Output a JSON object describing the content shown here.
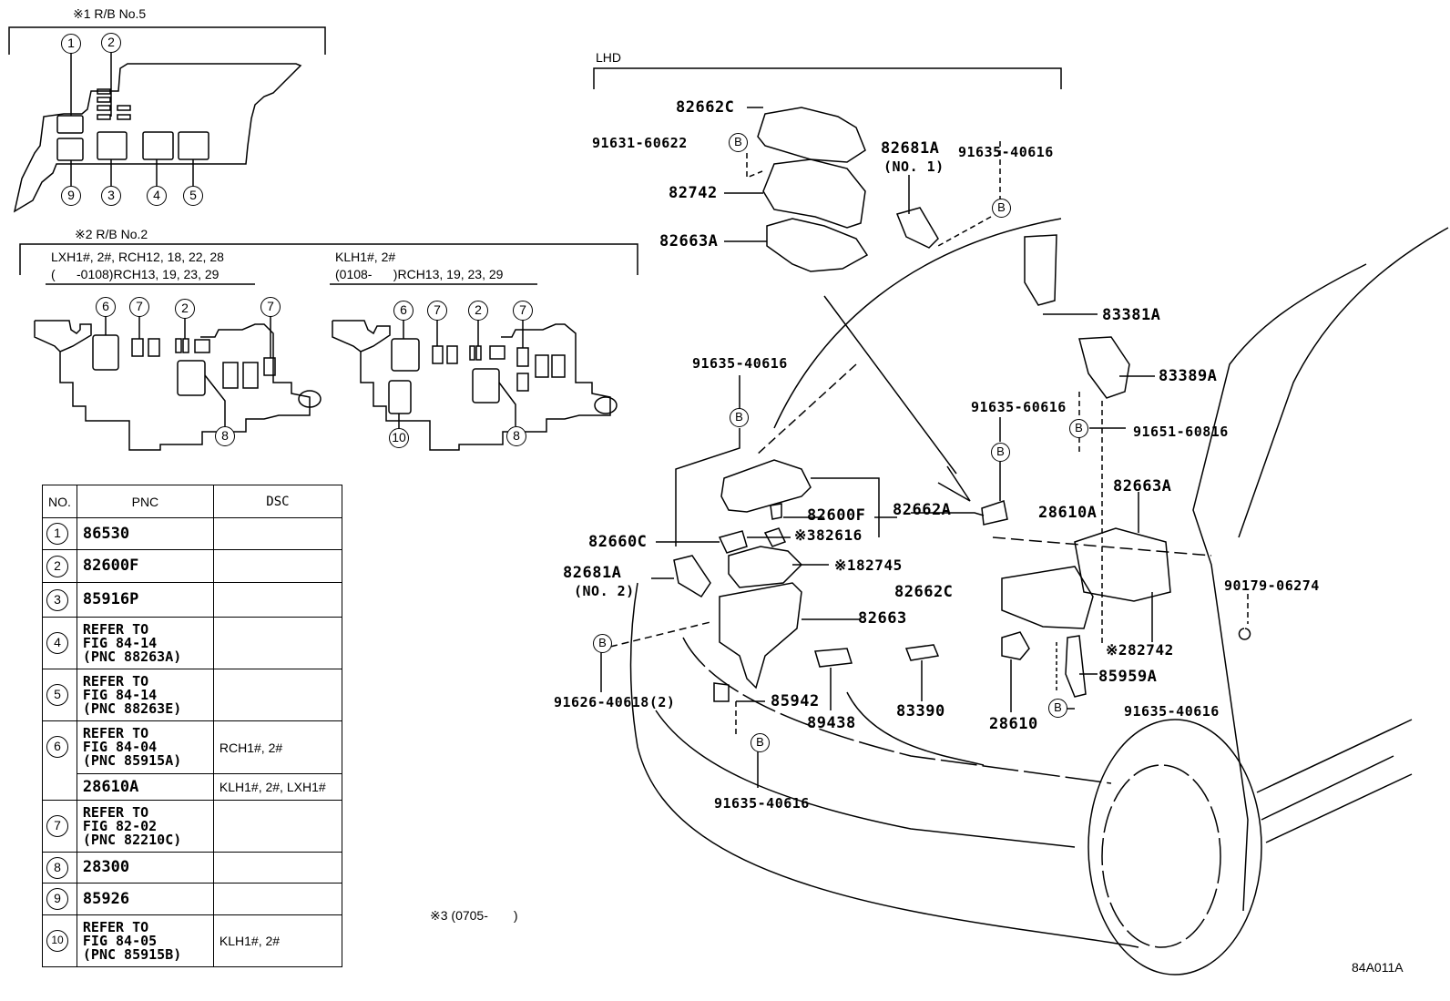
{
  "figure_code": "84A011A",
  "footnote3": "※3 (0705-　　)",
  "rb5": {
    "title": "※1  R/B No.5",
    "callouts": [
      "1",
      "2",
      "9",
      "3",
      "4",
      "5"
    ]
  },
  "rb2": {
    "title": "※2  R/B No.2",
    "left": {
      "line1": "LXH1#, 2#, RCH12, 18, 22, 28",
      "line2": "(      -0108)RCH13, 19, 23, 29",
      "callouts": [
        "6",
        "7",
        "2",
        "7",
        "8"
      ]
    },
    "right": {
      "line1": "KLH1#, 2#",
      "line2": "(0108-      )RCH13, 19, 23, 29",
      "callouts": [
        "6",
        "7",
        "2",
        "7",
        "10",
        "8"
      ]
    }
  },
  "legend": {
    "headers": [
      "NO.",
      "PNC",
      "DSC"
    ],
    "rows": [
      {
        "no": "1",
        "pnc": "86530",
        "dsc": ""
      },
      {
        "no": "2",
        "pnc": "82600F",
        "dsc": ""
      },
      {
        "no": "3",
        "pnc": "85916P",
        "dsc": ""
      },
      {
        "no": "4",
        "pnc": "REFER TO\nFIG 84-14\n(PNC 88263A)",
        "dsc": ""
      },
      {
        "no": "5",
        "pnc": "REFER TO\nFIG 84-14\n(PNC 88263E)",
        "dsc": ""
      },
      {
        "no": "6",
        "pnc": "REFER TO\nFIG 84-04\n(PNC 85915A)",
        "dsc": "RCH1#, 2#"
      },
      {
        "no": "",
        "pnc": "28610A",
        "dsc": "KLH1#, 2#, LXH1#"
      },
      {
        "no": "7",
        "pnc": "REFER TO\nFIG 82-02\n(PNC 82210C)",
        "dsc": ""
      },
      {
        "no": "8",
        "pnc": "28300",
        "dsc": ""
      },
      {
        "no": "9",
        "pnc": "85926",
        "dsc": ""
      },
      {
        "no": "10",
        "pnc": "REFER TO\nFIG 84-05\n(PNC 85915B)",
        "dsc": "KLH1#, 2#"
      }
    ]
  },
  "lhd": {
    "title": "LHD",
    "bolt_symbol": "B",
    "parts": {
      "p82662C_top": "82662C",
      "p91631_60622": "91631-60622",
      "p82681A_no1": "82681A",
      "p82681A_no1_sub": "(NO. 1)",
      "p91635_40616_top": "91635-40616",
      "p82742": "82742",
      "p82663A_top": "82663A",
      "p83381A": "83381A",
      "p83389A": "83389A",
      "p91635_60616": "91635-60616",
      "p91651_60816": "91651-60816",
      "p91635_40616_left": "91635-40616",
      "p82662A": "82662A",
      "p82600F": "82600F",
      "p82616": "※382616",
      "p28610A": "28610A",
      "p82663A_right": "82663A",
      "p82660C": "82660C",
      "p82745": "※182745",
      "p82681A_no2": "82681A",
      "p82681A_no2_sub": "(NO. 2)",
      "p82662C_mid": "82662C",
      "p90179_06274": "90179-06274",
      "p82663": "82663",
      "p82742_2": "※282742",
      "p85959A": "85959A",
      "p91626_40618": "91626-40618(2)",
      "p85942": "85942",
      "p89438": "89438",
      "p83390": "83390",
      "p28610": "28610",
      "p91635_40616_right": "91635-40616",
      "p91635_40616_bottom": "91635-40616"
    }
  }
}
